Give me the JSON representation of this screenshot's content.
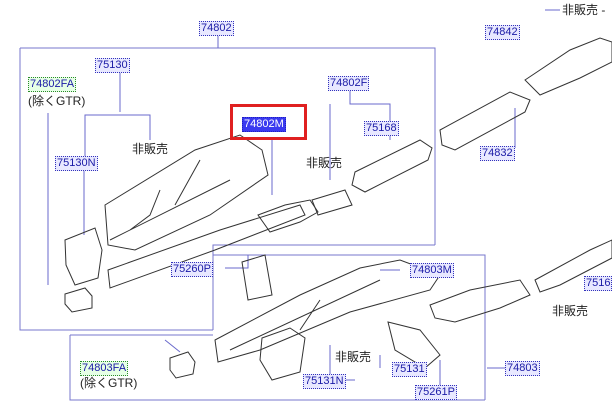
{
  "parts": {
    "p74802": "74802",
    "p75130": "75130",
    "p74802FA": "74802FA",
    "p74802F": "74802F",
    "p74802M": "74802M",
    "p75168": "75168",
    "p75130N": "75130N",
    "p75260P": "75260P",
    "p74842": "74842",
    "p74832": "74832",
    "p74803M": "74803M",
    "p74803FA": "74803FA",
    "p74803": "74803",
    "p75131": "75131",
    "p75131N": "75131N",
    "p75261P": "75261P",
    "p75169": "7516"
  },
  "notes": {
    "not_for_sale_1": "非販売",
    "not_for_sale_2": "非販売",
    "not_for_sale_3": "非販売",
    "not_for_sale_4": "非販売",
    "not_for_sale_top": "非販売 -",
    "except_gtr_1": "(除くGTR)",
    "except_gtr_2": "(除くGTR)"
  },
  "colors": {
    "highlight": "#e02020",
    "selected_label": "#3a3af0",
    "leader": "#6a6acc"
  }
}
